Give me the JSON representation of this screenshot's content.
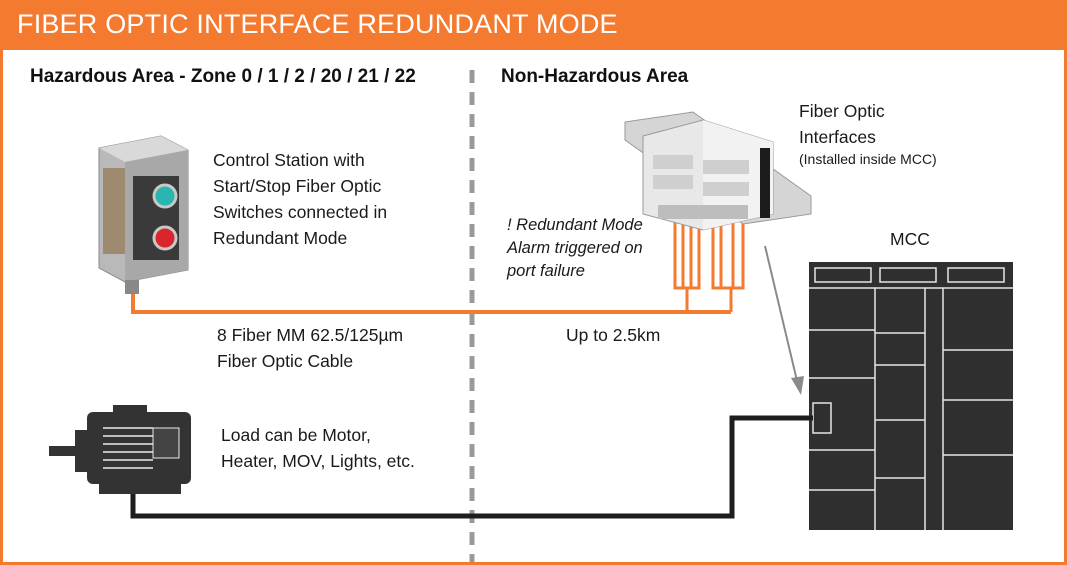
{
  "header": {
    "title": "FIBER OPTIC INTERFACE REDUNDANT MODE"
  },
  "zones": {
    "hazardous": "Hazardous Area - Zone 0 / 1 / 2 / 20 / 21 / 22",
    "non_hazardous": "Non-Hazardous Area"
  },
  "control_station": {
    "lines": [
      "Control Station with",
      "Start/Stop Fiber Optic",
      "Switches connected in",
      "Redundant Mode"
    ]
  },
  "fiber_interfaces": {
    "lines": [
      "Fiber Optic",
      "Interfaces"
    ],
    "note": "(Installed inside MCC)"
  },
  "alarm_note": {
    "lines": [
      "! Redundant Mode",
      "Alarm triggered on",
      "port failure"
    ]
  },
  "cable": {
    "lines": [
      "8 Fiber MM 62.5/125µm",
      "Fiber Optic Cable"
    ],
    "distance": "Up to 2.5km"
  },
  "mcc": {
    "label": "MCC"
  },
  "load": {
    "lines": [
      "Load can be Motor,",
      "Heater, MOV, Lights, etc."
    ]
  },
  "colors": {
    "accent": "#f47a30",
    "fiber": "#f47a30",
    "dark": "#2b2b2b",
    "divider": "#9a9a9a"
  }
}
